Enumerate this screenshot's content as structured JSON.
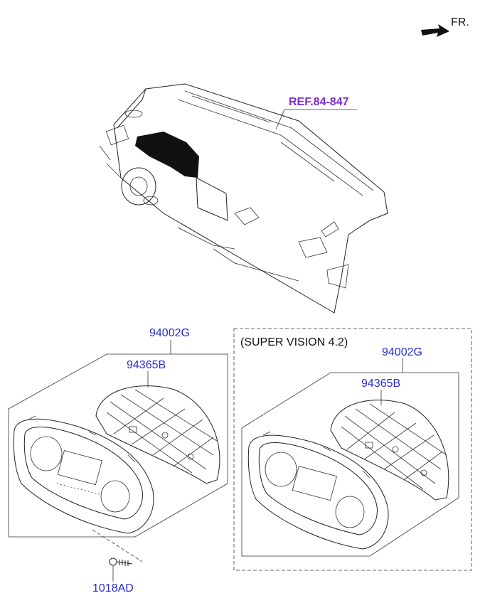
{
  "orientation": {
    "label": "FR.",
    "icon": "front-direction-arrow-icon"
  },
  "reference": {
    "label": "REF.84-847"
  },
  "left_group": {
    "assembly_label": "94002G",
    "cover_label": "94365B",
    "screw_label": "1018AD"
  },
  "right_group": {
    "variant_label": "(SUPER VISION 4.2)",
    "assembly_label": "94002G",
    "cover_label": "94365B"
  },
  "colors": {
    "part_number": "#2b2bd6",
    "reference": "#7a2bd6"
  }
}
